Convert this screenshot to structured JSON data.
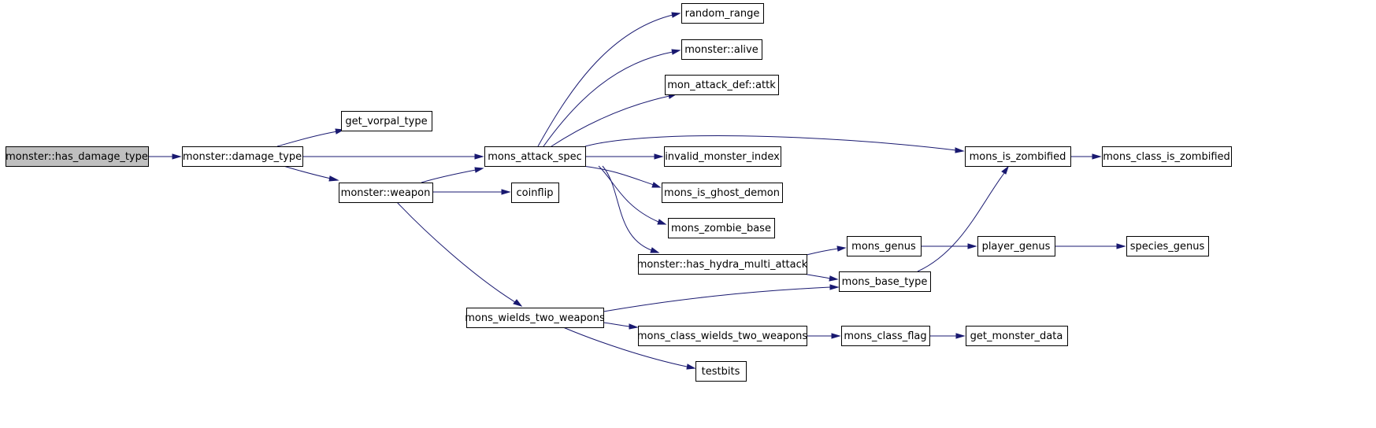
{
  "diagram": {
    "root": "has_damage_type",
    "nodes": [
      {
        "id": "has_damage_type",
        "label": "monster::has_damage_type",
        "root": true
      },
      {
        "id": "damage_type",
        "label": "monster::damage_type"
      },
      {
        "id": "get_vorpal_type",
        "label": "get_vorpal_type"
      },
      {
        "id": "weapon",
        "label": "monster::weapon"
      },
      {
        "id": "mons_attack_spec",
        "label": "mons_attack_spec"
      },
      {
        "id": "coinflip",
        "label": "coinflip"
      },
      {
        "id": "mons_wields_two_weapons",
        "label": "mons_wields_two_weapons"
      },
      {
        "id": "random_range",
        "label": "random_range"
      },
      {
        "id": "alive",
        "label": "monster::alive"
      },
      {
        "id": "attk",
        "label": "mon_attack_def::attk"
      },
      {
        "id": "invalid_monster_index",
        "label": "invalid_monster_index"
      },
      {
        "id": "mons_is_ghost_demon",
        "label": "mons_is_ghost_demon"
      },
      {
        "id": "mons_zombie_base",
        "label": "mons_zombie_base"
      },
      {
        "id": "has_hydra_multi_attack",
        "label": "monster::has_hydra_multi_attack"
      },
      {
        "id": "mons_class_wields_two_weapons",
        "label": "mons_class_wields_two_weapons"
      },
      {
        "id": "testbits",
        "label": "testbits"
      },
      {
        "id": "mons_is_zombified",
        "label": "mons_is_zombified"
      },
      {
        "id": "mons_genus",
        "label": "mons_genus"
      },
      {
        "id": "mons_base_type",
        "label": "mons_base_type"
      },
      {
        "id": "mons_class_flag",
        "label": "mons_class_flag"
      },
      {
        "id": "mons_class_is_zombified",
        "label": "mons_class_is_zombified"
      },
      {
        "id": "player_genus",
        "label": "player_genus"
      },
      {
        "id": "get_monster_data",
        "label": "get_monster_data"
      },
      {
        "id": "species_genus",
        "label": "species_genus"
      }
    ],
    "edges": [
      {
        "from": "has_damage_type",
        "to": "damage_type"
      },
      {
        "from": "damage_type",
        "to": "get_vorpal_type"
      },
      {
        "from": "damage_type",
        "to": "mons_attack_spec"
      },
      {
        "from": "damage_type",
        "to": "weapon"
      },
      {
        "from": "weapon",
        "to": "mons_attack_spec"
      },
      {
        "from": "weapon",
        "to": "coinflip"
      },
      {
        "from": "weapon",
        "to": "mons_wields_two_weapons"
      },
      {
        "from": "mons_attack_spec",
        "to": "random_range"
      },
      {
        "from": "mons_attack_spec",
        "to": "alive"
      },
      {
        "from": "mons_attack_spec",
        "to": "attk"
      },
      {
        "from": "mons_attack_spec",
        "to": "mons_is_zombified"
      },
      {
        "from": "mons_attack_spec",
        "to": "invalid_monster_index"
      },
      {
        "from": "mons_attack_spec",
        "to": "mons_is_ghost_demon"
      },
      {
        "from": "mons_attack_spec",
        "to": "mons_zombie_base"
      },
      {
        "from": "mons_attack_spec",
        "to": "has_hydra_multi_attack"
      },
      {
        "from": "has_hydra_multi_attack",
        "to": "mons_genus"
      },
      {
        "from": "has_hydra_multi_attack",
        "to": "mons_base_type"
      },
      {
        "from": "mons_wields_two_weapons",
        "to": "mons_base_type"
      },
      {
        "from": "mons_wields_two_weapons",
        "to": "mons_class_wields_two_weapons"
      },
      {
        "from": "mons_wields_two_weapons",
        "to": "testbits"
      },
      {
        "from": "mons_is_zombified",
        "to": "mons_class_is_zombified"
      },
      {
        "from": "mons_genus",
        "to": "player_genus"
      },
      {
        "from": "mons_base_type",
        "to": "mons_is_zombified"
      },
      {
        "from": "player_genus",
        "to": "species_genus"
      },
      {
        "from": "mons_class_wields_two_weapons",
        "to": "mons_class_flag"
      },
      {
        "from": "mons_class_flag",
        "to": "get_monster_data"
      }
    ]
  }
}
